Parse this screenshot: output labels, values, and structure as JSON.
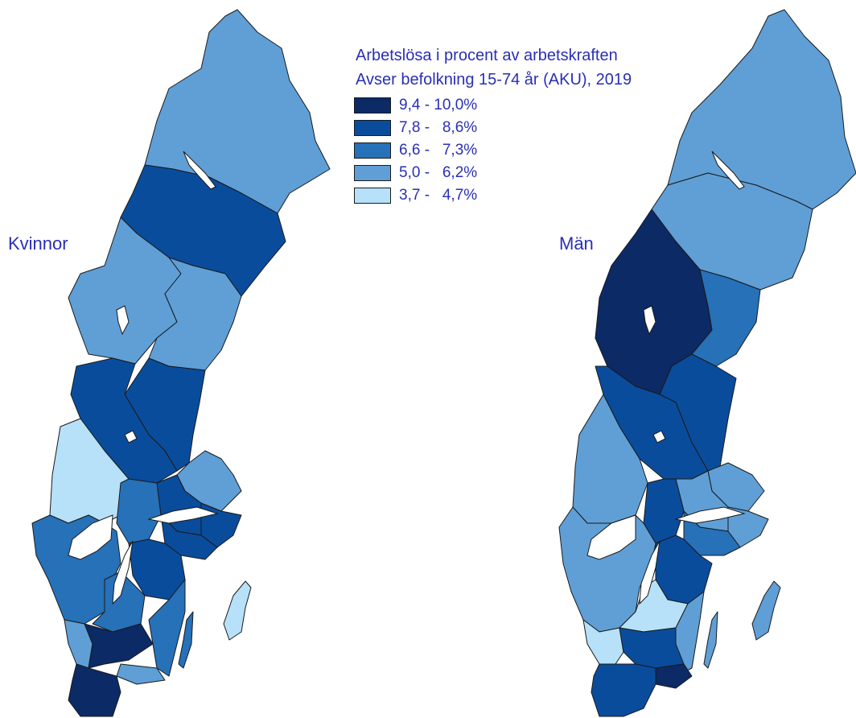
{
  "title_line1": "Arbetslösa i procent av arbetskraften",
  "title_line2": "Avser befolkning 15-74 år (AKU), 2019",
  "panels": {
    "left_label": "Kvinnor",
    "right_label": "Män"
  },
  "legend": [
    {
      "label": "9,4 - 10,0%",
      "color": "#0b2a66"
    },
    {
      "label": "7,8 -   8,6%",
      "color": "#0a4c9c"
    },
    {
      "label": "6,6 -   7,3%",
      "color": "#2671b8"
    },
    {
      "label": "5,0 -   6,2%",
      "color": "#5f9fd6"
    },
    {
      "label": "3,7 -   4,7%",
      "color": "#b6e1f8"
    }
  ]
}
